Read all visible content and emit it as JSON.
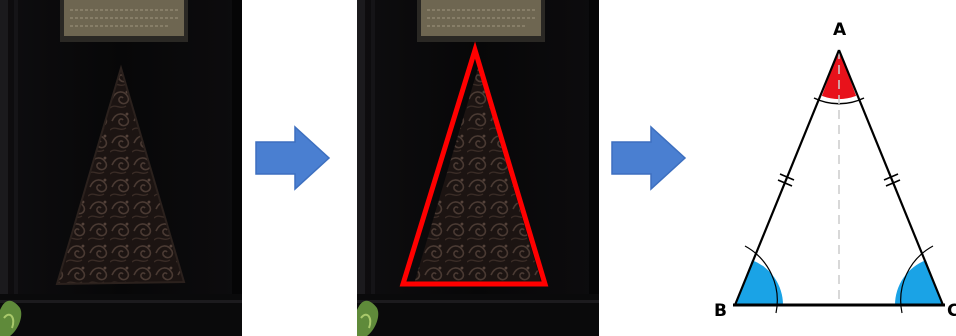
{
  "photos": {
    "original": {
      "name": "ornamental-triangle-photo"
    },
    "highlighted": {
      "name": "ornamental-triangle-photo-outlined",
      "outline_color": "#ff0000"
    }
  },
  "arrows": {
    "color": "#4a7fd1"
  },
  "triangle": {
    "vertex_a": "A",
    "vertex_b": "B",
    "vertex_c": "C",
    "apex_angle_color": "#e8121b",
    "base_angle_color": "#1aa3e6",
    "equal_sides_marked": true,
    "symmetry_axis_dashed": true
  }
}
